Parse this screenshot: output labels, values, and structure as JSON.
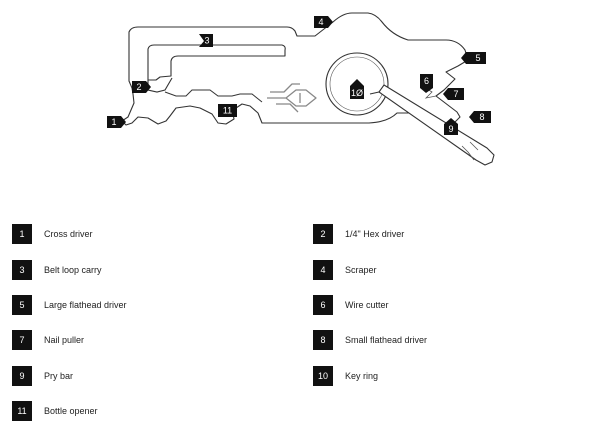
{
  "diagram": {
    "callouts": [
      "1",
      "2",
      "3",
      "4",
      "5",
      "6",
      "7",
      "8",
      "9",
      "1Ø",
      "11"
    ]
  },
  "legend": [
    {
      "num": "1",
      "label": "Cross driver"
    },
    {
      "num": "2",
      "label": "1/4\" Hex driver"
    },
    {
      "num": "3",
      "label": "Belt loop carry"
    },
    {
      "num": "4",
      "label": "Scraper"
    },
    {
      "num": "5",
      "label": "Large flathead driver"
    },
    {
      "num": "6",
      "label": "Wire cutter"
    },
    {
      "num": "7",
      "label": "Nail puller"
    },
    {
      "num": "8",
      "label": "Small flathead driver"
    },
    {
      "num": "9",
      "label": "Pry bar"
    },
    {
      "num": "10",
      "label": "Key ring"
    },
    {
      "num": "11",
      "label": "Bottle opener"
    }
  ]
}
